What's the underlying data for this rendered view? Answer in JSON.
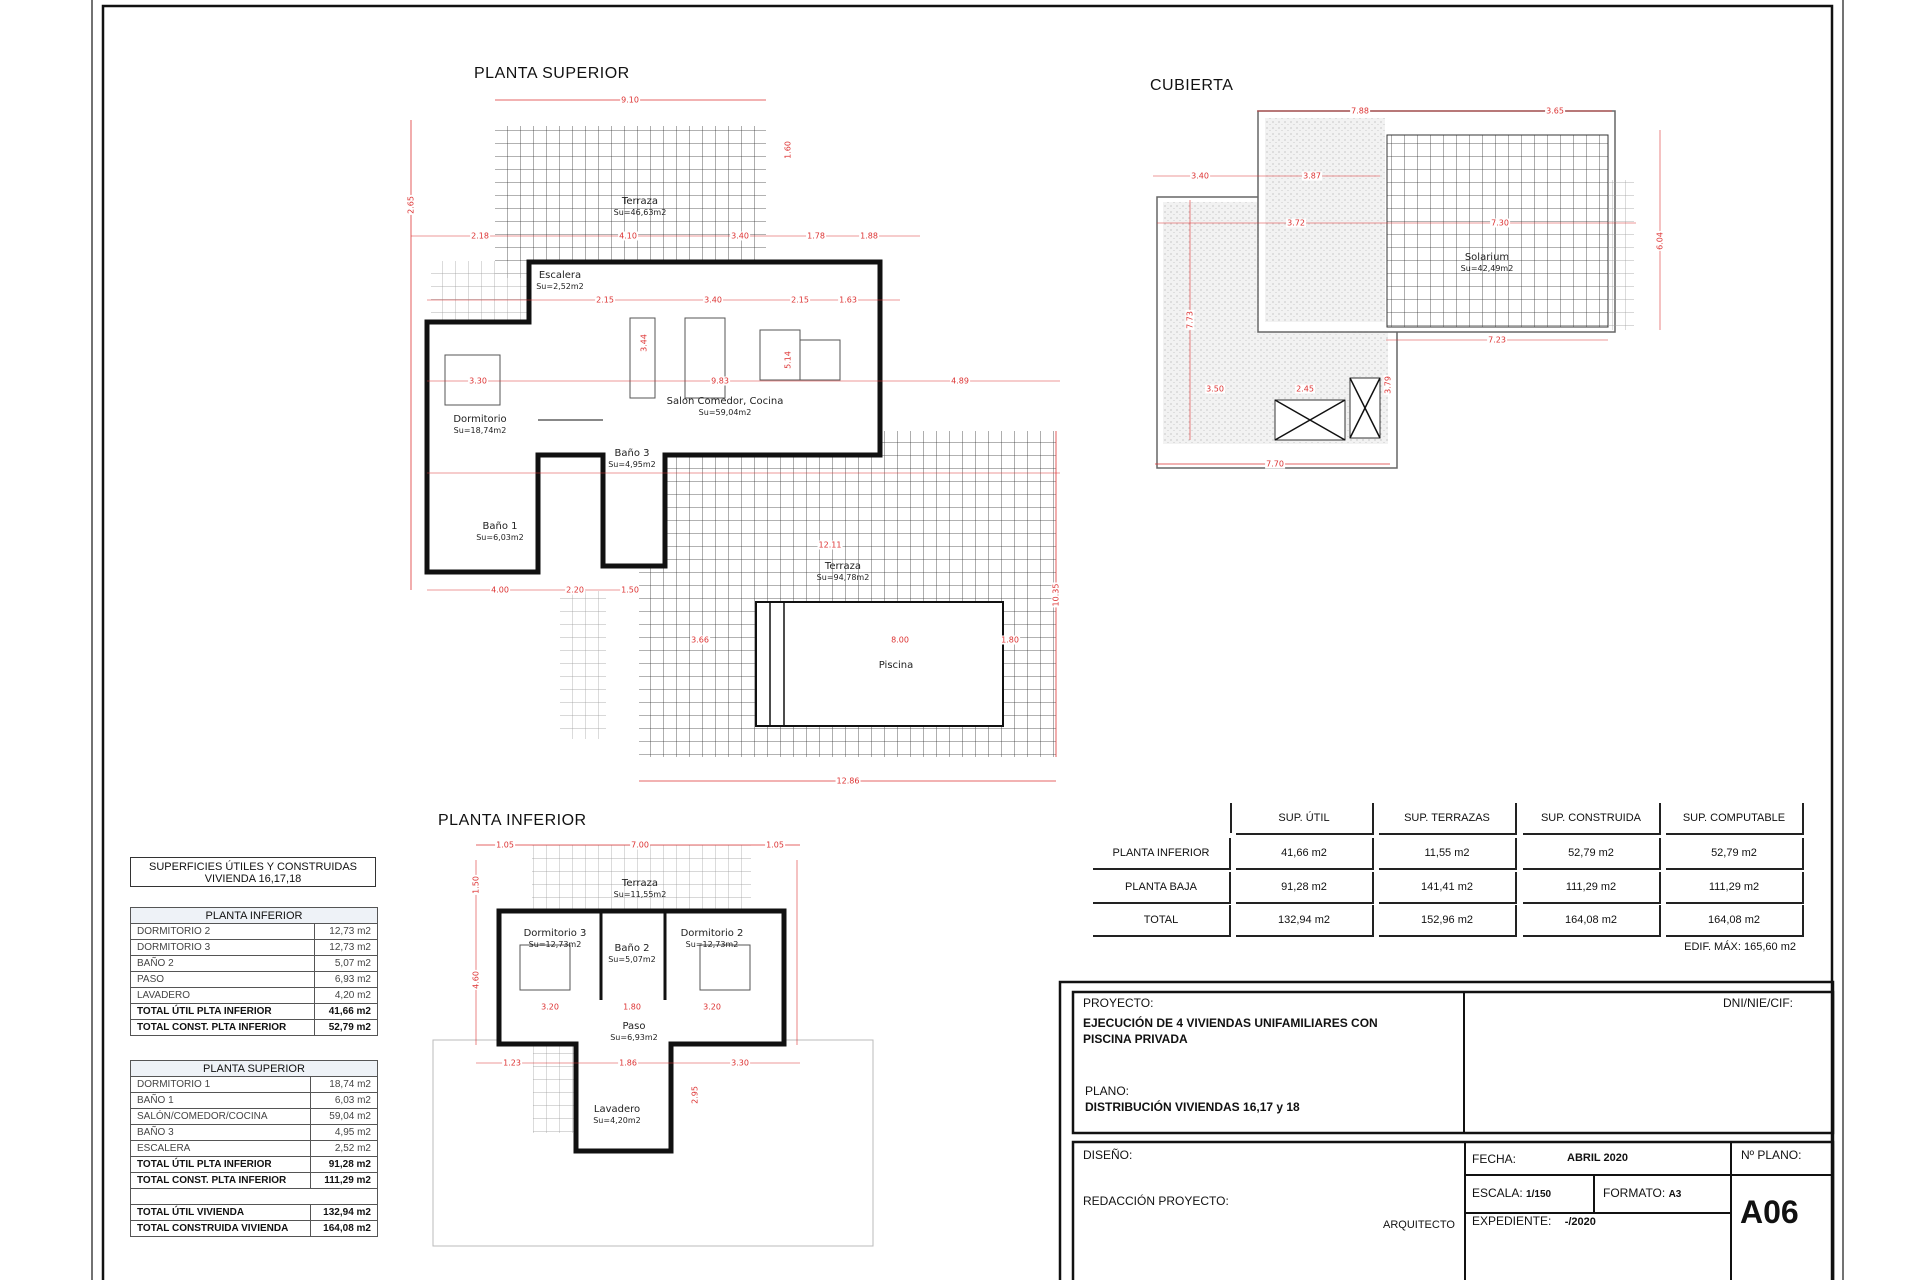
{
  "titles": {
    "upper_plan": "PLANTA SUPERIOR",
    "roof_plan": "CUBIERTA",
    "lower_plan": "PLANTA INFERIOR"
  },
  "rooms": {
    "upper": [
      {
        "name": "Terraza",
        "su": "Su=46,63m2"
      },
      {
        "name": "Escalera",
        "su": "Su=2,52m2"
      },
      {
        "name": "Salon Comedor, Cocina",
        "su": "Su=59,04m2"
      },
      {
        "name": "Dormitorio",
        "su": "Su=18,74m2"
      },
      {
        "name": "Baño 3",
        "su": "Su=4,95m2"
      },
      {
        "name": "Baño 1",
        "su": "Su=6,03m2"
      },
      {
        "name": "Terraza",
        "su": "Su=94,78m2"
      },
      {
        "name": "Piscina",
        "su": ""
      }
    ],
    "roof": [
      {
        "name": "Solarium",
        "su": "Su=42,49m2"
      }
    ],
    "lower": [
      {
        "name": "Terraza",
        "su": "Su=11,55m2"
      },
      {
        "name": "Dormitorio 3",
        "su": "Su=12,73m2"
      },
      {
        "name": "Baño 2",
        "su": "Su=5,07m2"
      },
      {
        "name": "Dormitorio 2",
        "su": "Su=12,73m2"
      },
      {
        "name": "Paso",
        "su": "Su=6,93m2"
      },
      {
        "name": "Lavadero",
        "su": "Su=4,20m2"
      }
    ]
  },
  "dimensions": {
    "upper": [
      "9.10",
      "2.18",
      "4.10",
      "3.40",
      "1.78",
      "1.88",
      "2.15",
      "3.40",
      "2.15",
      "1.63",
      "3.44",
      "5.14",
      "9.83",
      "3.30",
      "4.00",
      "2.20",
      "1.50",
      "12.11",
      "12.86",
      "10.35",
      "8.00",
      "3.66",
      "1.80",
      "2.65",
      "1.60",
      "4.89"
    ],
    "roof": [
      "7.88",
      "3.65",
      "3.40",
      "3.87",
      "3.72",
      "7.30",
      "7.23",
      "7.70",
      "6.04",
      "7.73",
      "3.79",
      "3.50",
      "2.45"
    ],
    "lower": [
      "1.05",
      "7.00",
      "1.05",
      "1.50",
      "4.60",
      "3.20",
      "1.80",
      "3.20",
      "1.23",
      "1.86",
      "3.30",
      "2.95"
    ]
  },
  "summary_box": {
    "line1": "SUPERFICIES ÚTILES Y CONSTRUIDAS",
    "line2": "VIVIENDA 16,17,18"
  },
  "table_inferior": {
    "header": "PLANTA INFERIOR",
    "rows": [
      {
        "label": "DORMITORIO 2",
        "value": "12,73 m2"
      },
      {
        "label": "DORMITORIO 3",
        "value": "12,73 m2"
      },
      {
        "label": "BAÑO 2",
        "value": "5,07 m2"
      },
      {
        "label": "PASO",
        "value": "6,93 m2"
      },
      {
        "label": "LAVADERO",
        "value": "4,20 m2"
      },
      {
        "label": "TOTAL ÚTIL PLTA INFERIOR",
        "value": "41,66 m2"
      },
      {
        "label": "TOTAL CONST. PLTA INFERIOR",
        "value": "52,79 m2"
      }
    ]
  },
  "table_superior": {
    "header": "PLANTA SUPERIOR",
    "rows": [
      {
        "label": "DORMITORIO 1",
        "value": "18,74 m2"
      },
      {
        "label": "BAÑO 1",
        "value": "6,03 m2"
      },
      {
        "label": "SALÓN/COMEDOR/COCINA",
        "value": "59,04 m2"
      },
      {
        "label": "BAÑO 3",
        "value": "4,95 m2"
      },
      {
        "label": "ESCALERA",
        "value": "2,52 m2"
      },
      {
        "label": "TOTAL ÚTIL PLTA INFERIOR",
        "value": "91,28 m2"
      },
      {
        "label": "TOTAL CONST. PLTA INFERIOR",
        "value": "111,29 m2"
      },
      {
        "label": "TOTAL ÚTIL VIVIENDA",
        "value": "132,94 m2"
      },
      {
        "label": "TOTAL CONSTRUIDA VIVIENDA",
        "value": "164,08 m2"
      }
    ]
  },
  "areas_table": {
    "columns": [
      "SUP. ÚTIL",
      "SUP. TERRAZAS",
      "SUP. CONSTRUIDA",
      "SUP. COMPUTABLE"
    ],
    "rows": [
      {
        "label": "PLANTA INFERIOR",
        "values": [
          "41,66 m2",
          "11,55 m2",
          "52,79 m2",
          "52,79 m2"
        ]
      },
      {
        "label": "PLANTA BAJA",
        "values": [
          "91,28 m2",
          "141,41 m2",
          "111,29 m2",
          "111,29 m2"
        ]
      },
      {
        "label": "TOTAL",
        "values": [
          "132,94 m2",
          "152,96 m2",
          "164,08 m2",
          "164,08 m2"
        ]
      }
    ],
    "note": "EDIF. MÁX: 165,60 m2"
  },
  "title_block": {
    "proyecto_label": "PROYECTO:",
    "proyecto_line1": "EJECUCIÓN DE 4 VIVIENDAS UNIFAMILIARES CON",
    "proyecto_line2": "PISCINA PRIVADA",
    "plano_label": "PLANO:",
    "plano_value": "DISTRIBUCIÓN VIVIENDAS 16,17 y 18",
    "dni_label": "DNI/NIE/CIF:",
    "diseno_label": "DISEÑO:",
    "redaccion_label": "REDACCIÓN PROYECTO:",
    "arquitecto_label": "ARQUITECTO",
    "fecha_label": "FECHA:",
    "fecha_value": "ABRIL 2020",
    "escala_label": "ESCALA:",
    "escala_value": "1/150",
    "formato_label": "FORMATO:",
    "formato_value": "A3",
    "expediente_label": "EXPEDIENTE:",
    "expediente_value": "-/2020",
    "nplano_label": "Nº PLANO:",
    "nplano_value": "A06"
  },
  "colors": {
    "dimension": "#dd3333",
    "wall": "#111111",
    "grid": "#333333",
    "hatch": "#cfcfcf"
  }
}
